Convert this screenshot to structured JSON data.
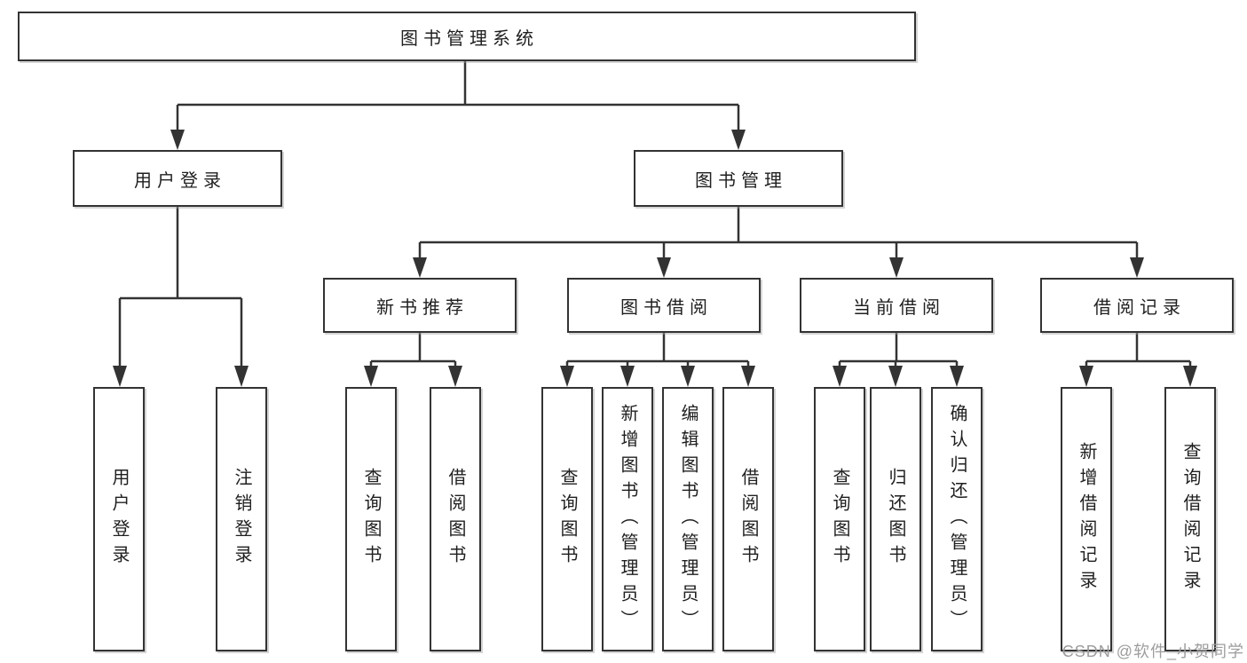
{
  "diagram": {
    "type": "hierarchy",
    "tree": {
      "root": {
        "label": "图书管理系统",
        "children": [
          {
            "label": "用户登录",
            "children": [
              {
                "label": "用户登录"
              },
              {
                "label": "注销登录"
              }
            ]
          },
          {
            "label": "图书管理",
            "children": [
              {
                "label": "新书推荐",
                "children": [
                  {
                    "label": "查询图书"
                  },
                  {
                    "label": "借阅图书"
                  }
                ]
              },
              {
                "label": "图书借阅",
                "children": [
                  {
                    "label": "查询图书"
                  },
                  {
                    "label": "新增图书（管理员）"
                  },
                  {
                    "label": "编辑图书（管理员）"
                  },
                  {
                    "label": "借阅图书"
                  }
                ]
              },
              {
                "label": "当前借阅",
                "children": [
                  {
                    "label": "查询图书"
                  },
                  {
                    "label": "归还图书"
                  },
                  {
                    "label": "确认归还（管理员）"
                  }
                ]
              },
              {
                "label": "借阅记录",
                "children": [
                  {
                    "label": "新增借阅记录"
                  },
                  {
                    "label": "查询借阅记录"
                  }
                ]
              }
            ]
          }
        ]
      }
    },
    "colors": {
      "line": "#333333",
      "box_border": "#333333",
      "box_fill": "#ffffff",
      "text": "#1f1f1f",
      "background": "#ffffff",
      "watermark": "#9d9d9d"
    }
  },
  "watermark": {
    "text": "CSDN @软件_小贺同学"
  }
}
